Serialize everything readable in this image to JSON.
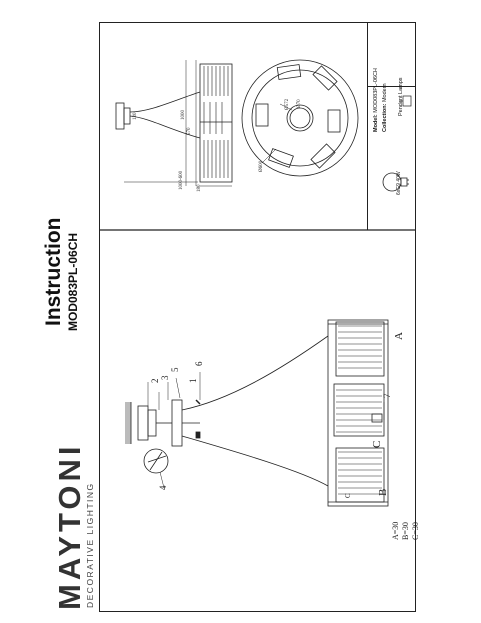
{
  "brand": {
    "logo": "MAYTONI",
    "tagline": "DECORATIVE LIGHTING"
  },
  "header": {
    "title": "Instruction",
    "model_code": "MOD083PL-06CH"
  },
  "spec": {
    "model_label": "Model:",
    "model_value": "MOD083PL-06CH",
    "collection_label": "Collection:",
    "collection_value": "Modern",
    "type_label": "Pendant Lamps",
    "power": "6xG9 40W"
  },
  "drawing_labels": {
    "part_numbers": [
      "1",
      "2",
      "3",
      "4",
      "5",
      "6",
      "7"
    ],
    "letters": [
      "A",
      "B",
      "C",
      "C"
    ],
    "dims_legend": [
      "A=30",
      "B=30",
      "C=30"
    ],
    "top_dims": {
      "d1": "Ø572",
      "d2": "Ø600",
      "d3": "Ø70",
      "h_overall": "1000-600",
      "h1": "570",
      "h2": "180",
      "w1": "1000",
      "w2": "120"
    }
  },
  "colors": {
    "ink": "#222222",
    "bg": "#ffffff"
  }
}
